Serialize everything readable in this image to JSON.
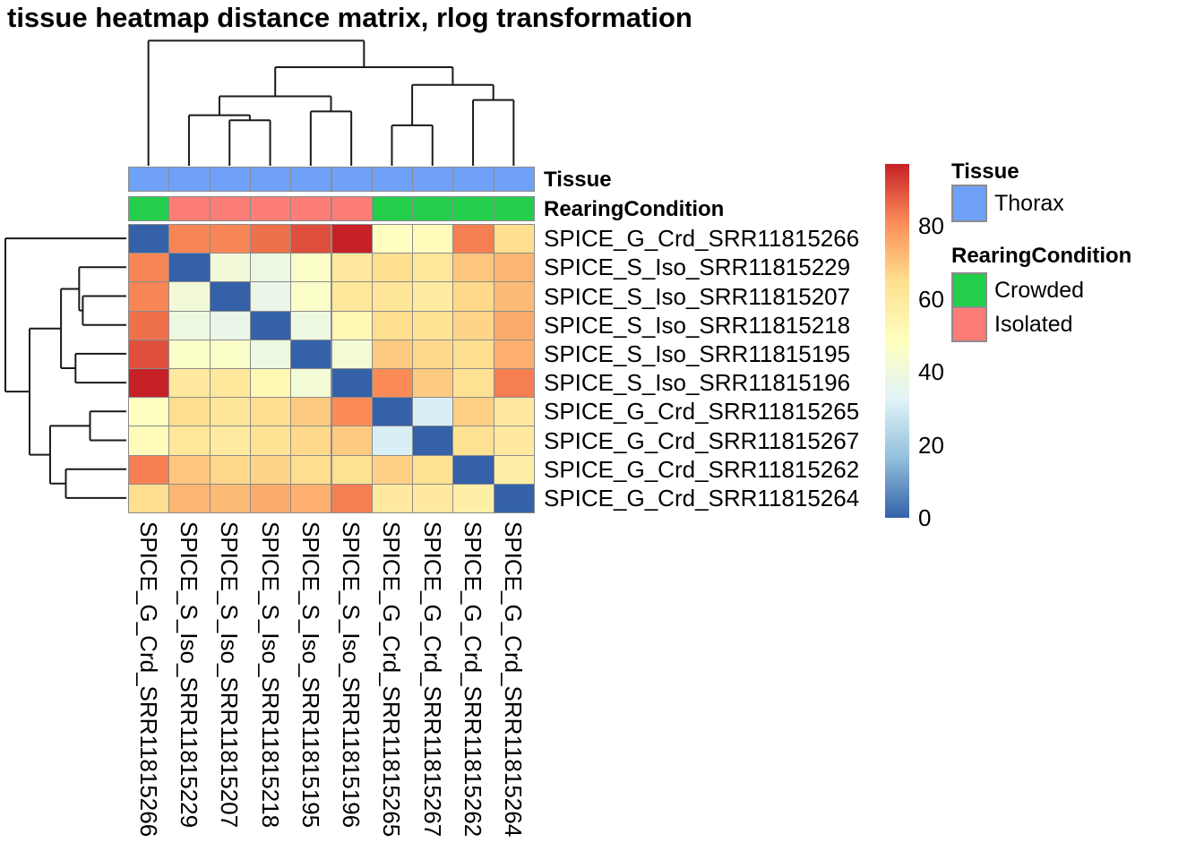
{
  "title": "tissue heatmap distance matrix, rlog transformation",
  "samples": [
    "SPICE_G_Crd_SRR11815266",
    "SPICE_S_Iso_SRR11815229",
    "SPICE_S_Iso_SRR11815207",
    "SPICE_S_Iso_SRR11815218",
    "SPICE_S_Iso_SRR11815195",
    "SPICE_S_Iso_SRR11815196",
    "SPICE_G_Crd_SRR11815265",
    "SPICE_G_Crd_SRR11815267",
    "SPICE_G_Crd_SRR11815262",
    "SPICE_G_Crd_SRR11815264"
  ],
  "annotations": {
    "tissue_label": "Tissue",
    "rearing_label": "RearingCondition",
    "tissue": [
      "Thorax",
      "Thorax",
      "Thorax",
      "Thorax",
      "Thorax",
      "Thorax",
      "Thorax",
      "Thorax",
      "Thorax",
      "Thorax"
    ],
    "rearing": [
      "Crowded",
      "Isolated",
      "Isolated",
      "Isolated",
      "Isolated",
      "Isolated",
      "Crowded",
      "Crowded",
      "Crowded",
      "Crowded"
    ],
    "colors": {
      "Thorax": "#70A1F8",
      "Crowded": "#23CE4B",
      "Isolated": "#FB7D76"
    }
  },
  "legend": {
    "tissue_header": "Tissue",
    "tissue_items": [
      {
        "label": "Thorax",
        "color": "#70A1F8"
      }
    ],
    "rearing_header": "RearingCondition",
    "rearing_items": [
      {
        "label": "Crowded",
        "color": "#23CE4B"
      },
      {
        "label": "Isolated",
        "color": "#FB7D76"
      }
    ]
  },
  "chart_data": {
    "type": "heatmap",
    "title": "tissue heatmap distance matrix, rlog transformation",
    "rows": [
      "SPICE_G_Crd_SRR11815266",
      "SPICE_S_Iso_SRR11815229",
      "SPICE_S_Iso_SRR11815207",
      "SPICE_S_Iso_SRR11815218",
      "SPICE_S_Iso_SRR11815195",
      "SPICE_S_Iso_SRR11815196",
      "SPICE_G_Crd_SRR11815265",
      "SPICE_G_Crd_SRR11815267",
      "SPICE_G_Crd_SRR11815262",
      "SPICE_G_Crd_SRR11815264"
    ],
    "columns": [
      "SPICE_G_Crd_SRR11815266",
      "SPICE_S_Iso_SRR11815229",
      "SPICE_S_Iso_SRR11815207",
      "SPICE_S_Iso_SRR11815218",
      "SPICE_S_Iso_SRR11815195",
      "SPICE_S_Iso_SRR11815196",
      "SPICE_G_Crd_SRR11815265",
      "SPICE_G_Crd_SRR11815267",
      "SPICE_G_Crd_SRR11815262",
      "SPICE_G_Crd_SRR11815264"
    ],
    "values": [
      [
        0,
        82,
        82,
        85,
        90,
        97,
        48,
        50,
        83,
        65
      ],
      [
        82,
        0,
        41,
        39,
        46,
        60,
        65,
        61,
        70,
        73
      ],
      [
        82,
        41,
        0,
        37,
        46,
        61,
        62,
        59,
        66,
        72
      ],
      [
        85,
        39,
        37,
        0,
        39,
        52,
        65,
        63,
        67,
        75
      ],
      [
        90,
        46,
        46,
        39,
        0,
        42,
        69,
        66,
        65,
        74
      ],
      [
        97,
        60,
        61,
        52,
        42,
        0,
        81,
        69,
        64,
        83
      ],
      [
        48,
        65,
        62,
        65,
        69,
        81,
        0,
        31,
        68,
        60
      ],
      [
        50,
        61,
        59,
        63,
        66,
        69,
        31,
        0,
        64,
        60
      ],
      [
        83,
        70,
        66,
        67,
        65,
        64,
        68,
        64,
        0,
        57
      ],
      [
        65,
        73,
        72,
        75,
        74,
        83,
        60,
        60,
        57,
        0
      ]
    ],
    "scale": {
      "min": 0,
      "max": 97,
      "ticks": [
        80,
        60,
        40,
        20,
        0
      ],
      "anchor_values": [
        0,
        16.17,
        32.33,
        48.5,
        64.67,
        80.83,
        97
      ],
      "anchor_colors": [
        "#3561A9",
        "#91BFDB",
        "#E0F3F8",
        "#FFFFBF",
        "#FEE090",
        "#FC8D59",
        "#C72128"
      ]
    },
    "column_dendrogram": {
      "merges": [
        [
          2,
          3,
          0.36
        ],
        [
          1,
          10,
          0.4
        ],
        [
          4,
          5,
          0.43
        ],
        [
          11,
          12,
          0.55
        ],
        [
          6,
          7,
          0.32
        ],
        [
          8,
          9,
          0.52
        ],
        [
          14,
          15,
          0.64
        ],
        [
          13,
          16,
          0.78
        ],
        [
          0,
          17,
          0.99
        ]
      ]
    },
    "row_dendrogram": {
      "merges": [
        [
          2,
          3,
          0.36
        ],
        [
          1,
          10,
          0.39
        ],
        [
          4,
          5,
          0.42
        ],
        [
          11,
          12,
          0.54
        ],
        [
          6,
          7,
          0.3
        ],
        [
          8,
          9,
          0.5
        ],
        [
          14,
          15,
          0.63
        ],
        [
          13,
          16,
          0.8
        ],
        [
          0,
          17,
          1.0
        ]
      ]
    }
  }
}
